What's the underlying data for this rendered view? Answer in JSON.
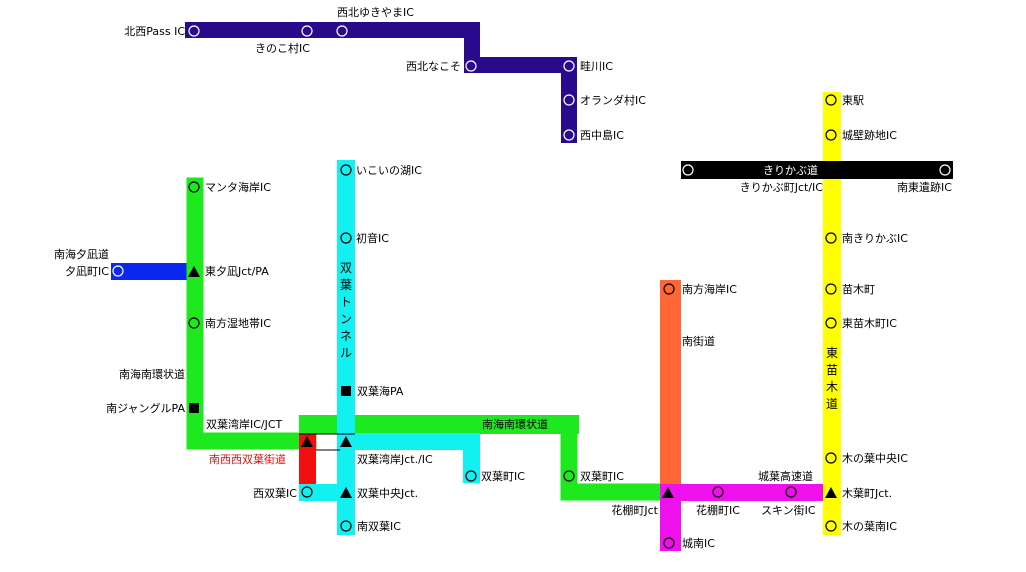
{
  "colors": {
    "navy": "#2a0a8c",
    "blue": "#0a28f0",
    "green": "#1ee81e",
    "cyan": "#12f0f2",
    "red": "#f01010",
    "orange": "#ff6633",
    "magenta": "#ee11ee",
    "yellow": "#ffff00",
    "black": "#000000",
    "text_red": "#e01010"
  },
  "routes": {
    "navy": {
      "stations": {
        "hokusei_pass": "北西Pass IC",
        "kinoko": "きのこ村IC",
        "seihoku_yukiyama": "西北ゆきやまIC",
        "seihoku_nakoso": "西北なこそ",
        "azegawa": "畦川IC",
        "oranda": "オランダ村IC",
        "nishinakajima": "西中島IC"
      }
    },
    "blue": {
      "name": "南海夕凪道",
      "stations": {
        "yunagi": "夕凪町IC"
      }
    },
    "green": {
      "name": "南海南環状道",
      "name_band": "南海南環状道",
      "stations": {
        "manta": "マンタ海岸IC",
        "higashi_yunagi": "東夕凪Jct/PA",
        "nanpo_shicchi": "南方湿地帯IC",
        "minami_jungle": "南ジャングルPA",
        "futaba_wangan": "双葉湾岸IC/JCT",
        "futaba_cho": "双葉町IC"
      }
    },
    "cyan": {
      "name": "双葉トンネル",
      "stations": {
        "ikoi": "いこいの湖IC",
        "hatsune": "初音IC",
        "futaba_kai": "双葉海PA",
        "futaba_wangan_jct": "双葉湾岸Jct./IC",
        "futaba_chuo": "双葉中央Jct.",
        "minami_futaba": "南双葉IC",
        "nishi_futaba": "西双葉IC",
        "futaba_cho": "双葉町IC"
      }
    },
    "red": {
      "name": "南西西双葉街道"
    },
    "orange": {
      "name": "南街道",
      "stations": {
        "nanpo_kaigan": "南方海岸IC"
      }
    },
    "magenta": {
      "name": "城葉高速道",
      "stations": {
        "hanatana_jct": "花棚町Jct",
        "hanatana": "花棚町IC",
        "skin": "スキン街IC",
        "jonan": "城南IC"
      }
    },
    "yellow": {
      "name": "東苗木道",
      "stations": {
        "higashi_eki": "東駅",
        "johekiato": "城壁跡地IC",
        "minami_kirikabu": "南きりかぶIC",
        "naegi": "苗木町",
        "higashi_naegi": "東苗木町IC",
        "konoha_chuo": "木の葉中央IC",
        "kiba": "木葉町Jct.",
        "konoha_minami": "木の葉南IC"
      }
    },
    "black": {
      "name": "きりかぶ道",
      "stations": {
        "kirikabu_jct": "きりかぶ町Jct/IC",
        "nanto_iseki": "南東遺跡IC"
      }
    }
  }
}
